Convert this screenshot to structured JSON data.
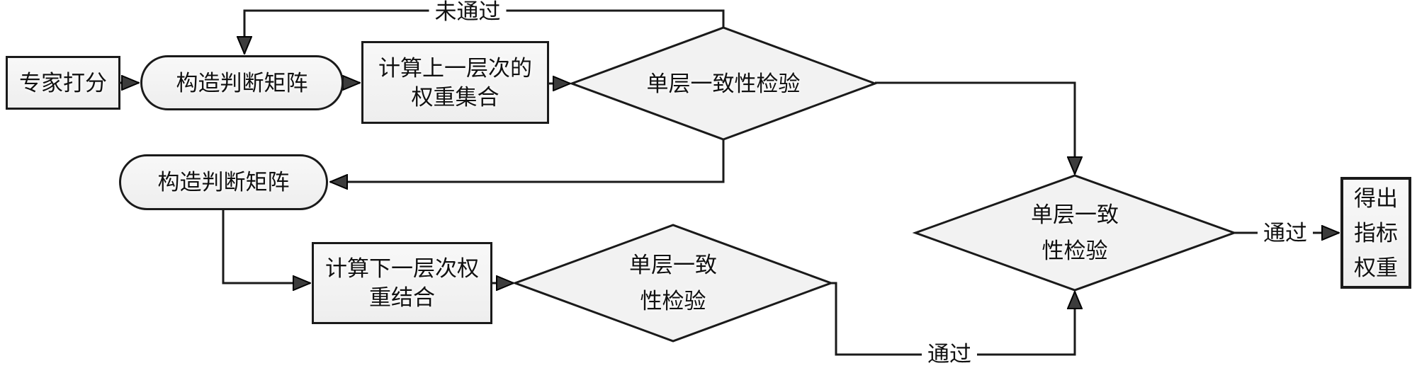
{
  "colors": {
    "stroke": "#1a1a1a",
    "node_fill": "#f2f2f2",
    "text": "#111111",
    "background": "#ffffff"
  },
  "nodes": {
    "expert_scoring": {
      "shape": "rectangle",
      "lines": [
        "专家打分"
      ]
    },
    "build_judgment_matrix_upper": {
      "shape": "stadium",
      "lines": [
        "构造判断矩阵"
      ]
    },
    "calc_upper_level_weights": {
      "shape": "rectangle",
      "lines": [
        "计算上一层次的",
        "权重集合"
      ]
    },
    "consistency_check_upper": {
      "shape": "diamond",
      "lines": [
        "单层一致性检验"
      ]
    },
    "build_judgment_matrix_lower": {
      "shape": "stadium",
      "lines": [
        "构造判断矩阵"
      ]
    },
    "calc_lower_level_weights": {
      "shape": "rectangle",
      "lines": [
        "计算下一层次权",
        "重结合"
      ]
    },
    "consistency_check_lower": {
      "shape": "diamond",
      "lines": [
        "单层一致",
        "性检验"
      ]
    },
    "consistency_check_final": {
      "shape": "diamond",
      "lines": [
        "单层一致",
        "性检验"
      ]
    },
    "output_indicator_weights": {
      "shape": "rectangle",
      "lines": [
        "得出",
        "指标",
        "权重"
      ]
    }
  },
  "edge_labels": {
    "not_passed": "未通过",
    "passed_lower": "通过",
    "passed_final": "通过"
  }
}
